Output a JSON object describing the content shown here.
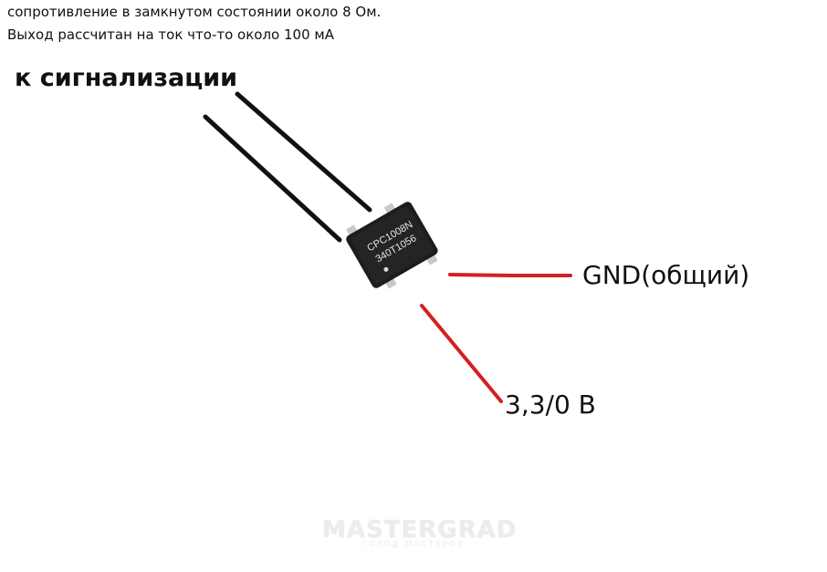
{
  "notes": {
    "line1": "сопротивление в замкнутом состоянии около 8 Ом.",
    "line2": "Выход рассчитан на ток что-то около 100 мА"
  },
  "labels": {
    "alarm": "к сигнализации",
    "gnd": "GND(общий)",
    "power": "3,3/0 В"
  },
  "chip": {
    "marking_line1": "CPC1008N",
    "marking_line2": "340T1056",
    "body_color": "#1c1c1c",
    "pin_color": "#c9c9c9"
  },
  "wires": {
    "signal_color": "#111111",
    "gnd_color": "#d42020",
    "power_color": "#d42020"
  },
  "watermark": {
    "title": "MASTERGRAD",
    "subtitle": "ГОРОД МАСТЕРОВ"
  }
}
